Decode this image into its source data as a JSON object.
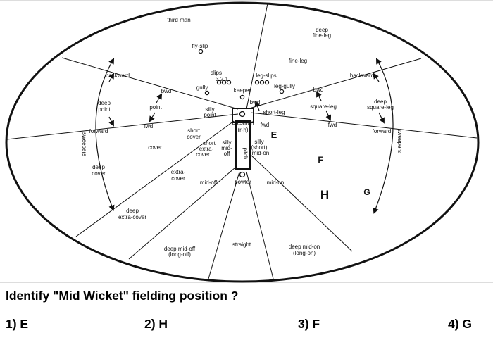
{
  "diagram": {
    "labels": {
      "third_man": "third man",
      "deep_fine_leg_1": "deep",
      "deep_fine_leg_2": "fine-leg",
      "fly_slip": "fly-slip",
      "fine_leg": "fine-leg",
      "backward_left": "backward",
      "backward_right": "backward",
      "slips": "slips",
      "slips_numbers": "3 2 1",
      "leg_slips": "leg-slips",
      "gully": "gully",
      "leg_gully": "leg-gully",
      "keeper": "keeper",
      "bwd_left": "bwd",
      "bwd_center": "bwd",
      "bwd_right": "bwd",
      "point": "point",
      "deep_point_1": "deep",
      "deep_point_2": "point",
      "square_leg": "square-leg",
      "deep_square_leg_1": "deep",
      "deep_square_leg_2": "square-leg",
      "short_leg": "short-leg",
      "silly_point_1": "silly",
      "silly_point_2": "point",
      "batsman": "batsman",
      "rh": "(r-h)",
      "fwd_left": "fwd",
      "fwd_center": "fwd",
      "fwd_right": "fwd",
      "forward_left": "forward",
      "forward_right": "forward",
      "short_cover_1": "short",
      "short_cover_2": "cover",
      "short_extra_cover_1": "short",
      "short_extra_cover_2": "extra-",
      "short_extra_cover_3": "cover",
      "silly_mid_off_1": "silly",
      "silly_mid_off_2": "mid-",
      "silly_mid_off_3": "off",
      "silly_mid_on_1": "silly",
      "silly_mid_on_2": "(short)",
      "silly_mid_on_3": "mid-on",
      "pitch": "pitch",
      "cover": "cover",
      "sweepers_left": "sweepers",
      "sweepers_right": "sweepers",
      "deep_cover_1": "deep",
      "deep_cover_2": "cover",
      "extra_cover_1": "extra-",
      "extra_cover_2": "cover",
      "mid_off": "mid-off",
      "bowler": "bowler",
      "mid_on": "mid-on",
      "deep_extra_cover_1": "deep",
      "deep_extra_cover_2": "extra-cover",
      "straight": "straight",
      "deep_mid_off_1": "deep mid-off",
      "deep_mid_off_2": "(long-off)",
      "deep_mid_on_1": "deep mid-on",
      "deep_mid_on_2": "(long-on)",
      "marker_e": "E",
      "marker_f": "F",
      "marker_h": "H",
      "marker_g": "G"
    }
  },
  "question": {
    "text": "Identify  \"Mid Wicket\" fielding position ?",
    "options": [
      "1) E",
      "2) H",
      "3) F",
      "4) G"
    ]
  }
}
